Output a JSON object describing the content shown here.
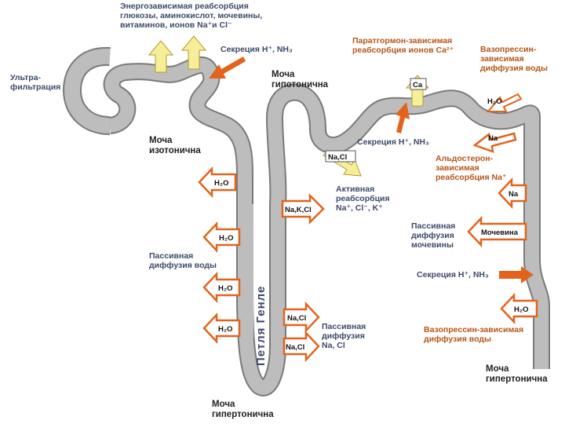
{
  "labels": {
    "energy_reabsorption": [
      "Энергозависимая реабсорбция",
      "глюкозы, аминокислот, мочевины,",
      "витаминов, ионов Na⁺и Cl⁻"
    ],
    "ultrafiltration": [
      "Ультра-",
      "фильтрация"
    ],
    "secretion_top": "Секреция H⁺, NH₃",
    "urine_hypotonic": [
      "Моча",
      "гипотонична"
    ],
    "parathormone": [
      "Паратгормон-зависимая",
      "реабсорбция ионов Ca²⁺"
    ],
    "vasopressin_top": [
      "Вазопрессин-",
      "зависимая",
      "диффузия воды"
    ],
    "urine_isotonic": [
      "Моча",
      "изотонична"
    ],
    "secretion_mid": "Секреция H⁺, NH₃",
    "aldosterone": [
      "Альдостерон-",
      "зависимая",
      "реабсорбция Na⁺"
    ],
    "active_reabsorption": [
      "Активная",
      "реабсорбция",
      "Na⁺, Cl⁻, K⁺"
    ],
    "passive_urea": [
      "Пассивная",
      "диффузия",
      "мочевины"
    ],
    "passive_water": [
      "Пассивная",
      "диффузия воды"
    ],
    "secretion_right": "Секреция H⁺, NH₃",
    "loop_henle": "Петля Генле",
    "passive_nacl": [
      "Пассивная",
      "диффузия",
      "Na, Cl"
    ],
    "vasopressin_bottom": [
      "Вазопрессин-зависимая",
      "диффузия воды"
    ],
    "urine_hypertonic_right": [
      "Моча",
      "гипертонична"
    ],
    "urine_hypertonic_bottom": [
      "Моча",
      "гипертонична"
    ]
  },
  "arrows": {
    "h2o": "H₂O",
    "ca": "Ca",
    "na": "Na",
    "nacl": "Na,Cl",
    "nakcl": "Na,K,Cl",
    "urea": "Мочевина"
  },
  "colors": {
    "tubule": "#bdbdbd",
    "tubule_edge": "#7a7a7a",
    "arrow_orange": "#e2641c",
    "arrow_yellow": "#f7ee9a",
    "label_blue": "#3c4a6a",
    "label_orange": "#b5561a"
  }
}
